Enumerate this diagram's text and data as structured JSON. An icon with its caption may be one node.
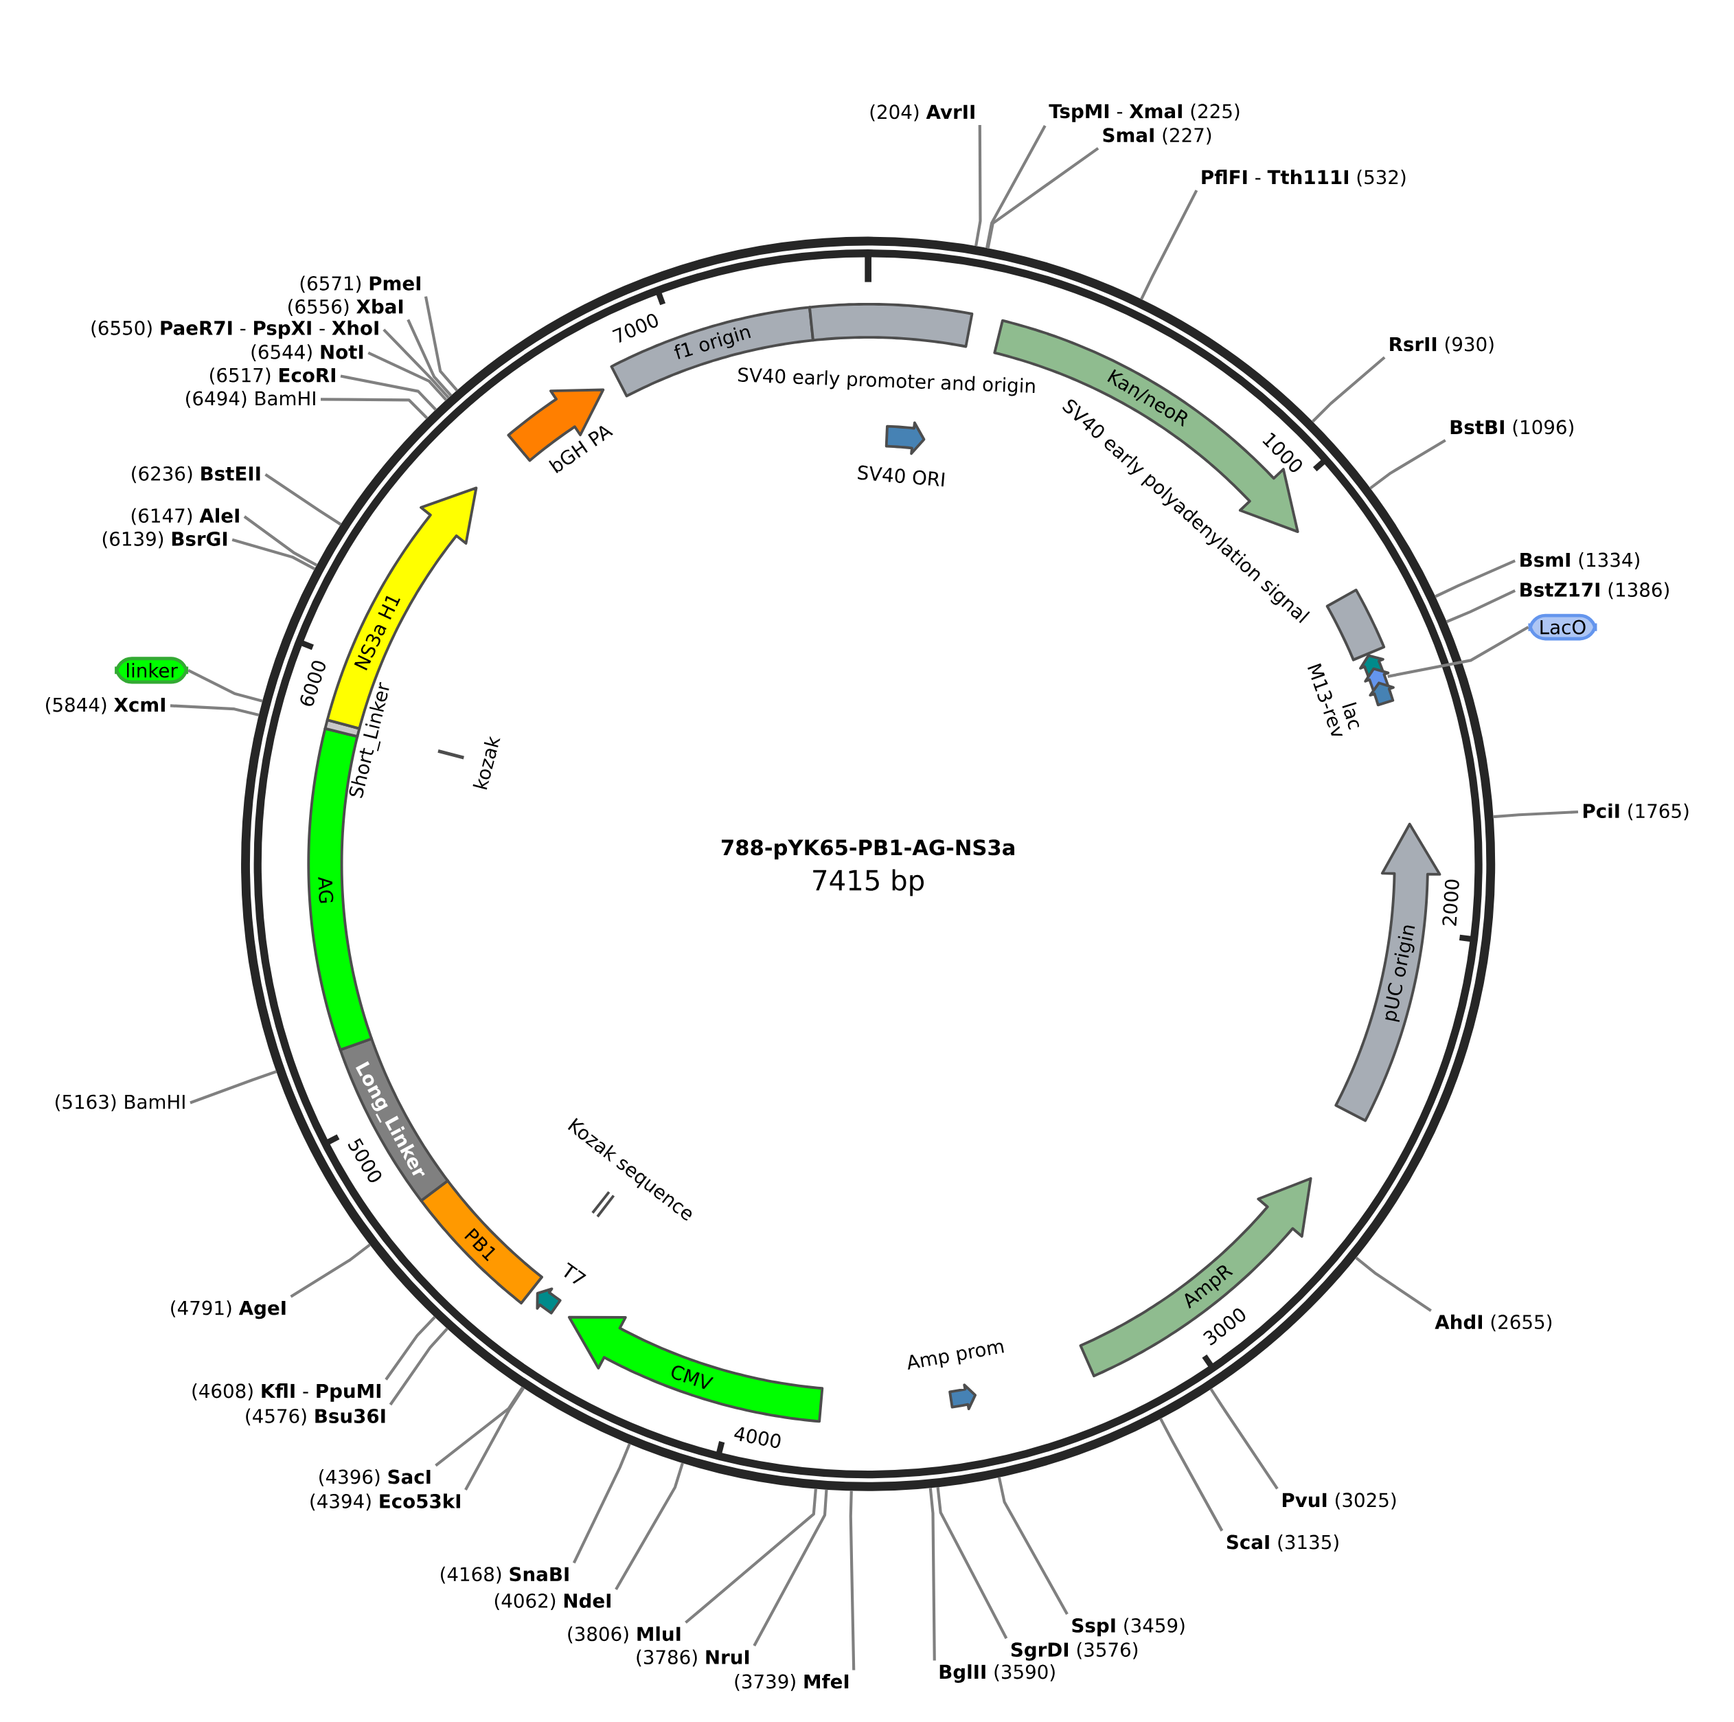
{
  "diagram": {
    "title": "788-pYK65-PB1-AG-NS3a",
    "nodes": [
      {
        "text": [],
        "shape": "circle"
      },
      {
        "text": [
          "f1 origin"
        ],
        "in": 0
      },
      {
        "text": [
          "SV40 early promoter and origin"
        ],
        "in": 0
      },
      {
        "text": [
          "SV40 ORI"
        ],
        "in": 0
      },
      {
        "text": [
          "Kan/neoR"
        ],
        "in": 0
      },
      {
        "text": [
          "SV40 early polyadenylation signal"
        ],
        "in": 0
      },
      {
        "text": [
          "M13-rev"
        ],
        "in": 0
      },
      {
        "text": [],
        "shape": "arrow",
        "in": 0
      },
      {
        "text": [
          "lac"
        ],
        "in": 0
      },
      {
        "text": [
          "LacO"
        ]
      },
      {
        "text": [
          "pUC origin"
        ],
        "in": 0
      },
      {
        "text": [
          "AmpR"
        ],
        "in": 0
      },
      {
        "text": [
          "Amp prom"
        ],
        "in": 0
      },
      {
        "text": [
          "CMV"
        ],
        "in": 0
      },
      {
        "text": [
          "T7"
        ],
        "in": 0
      },
      {
        "text": [
          "Kozak sequence"
        ],
        "in": 0
      },
      {
        "text": [
          "PB1"
        ],
        "in": 0
      },
      {
        "text": [
          "Long_Linker"
        ],
        "in": 0
      },
      {
        "text": [
          "AG"
        ],
        "in": 0
      },
      {
        "text": [
          "Short_Linker"
        ],
        "in": 0
      },
      {
        "text": [
          "NS3a H1"
        ],
        "in": 0
      },
      {
        "text": [
          "kozak"
        ],
        "in": 0
      },
      {
        "text": [
          "bGH PA"
        ],
        "in": 0
      },
      {
        "text": [
          "linker"
        ]
      },
      {
        "text": [
          "(204) **AvrII**"
        ]
      },
      {
        "text": [
          "**TspMI** - **XmaI** (225)"
        ]
      },
      {
        "text": [
          "**SmaI** (227)"
        ]
      },
      {
        "text": [
          "**PflFI** - **Tth111I** (532)"
        ]
      },
      {
        "text": [
          "**RsrII** (930)"
        ]
      },
      {
        "text": [
          "**BstBI** (1096)"
        ]
      },
      {
        "text": [
          "**BsmI** (1334)"
        ]
      },
      {
        "text": [
          "**BstZ17I** (1386)"
        ]
      },
      {
        "text": [
          "**PciI** (1765)"
        ]
      },
      {
        "text": [
          "**AhdI** (2655)"
        ]
      },
      {
        "text": [
          "**PvuI** (3025)"
        ]
      },
      {
        "text": [
          "**ScaI** (3135)"
        ]
      },
      {
        "text": [
          "**SspI** (3459)"
        ]
      },
      {
        "text": [
          "**SgrDI** (3576)"
        ]
      },
      {
        "text": [
          "**BglII** (3590)"
        ]
      },
      {
        "text": [
          "(3739) **MfeI**"
        ]
      },
      {
        "text": [
          "(3786) **NruI**"
        ]
      },
      {
        "text": [
          "(3806) **MluI**"
        ]
      },
      {
        "text": [
          "(4062) **NdeI**"
        ]
      },
      {
        "text": [
          "(4168) **SnaBI**"
        ]
      },
      {
        "text": [
          "(4396) **SacI**"
        ]
      },
      {
        "text": [
          "(4394) **Eco53kI**"
        ]
      },
      {
        "text": [
          "(4608) **KflI** - **PpuMI**"
        ]
      },
      {
        "text": [
          "(4576) **Bsu36I**"
        ]
      },
      {
        "text": [
          "(4791) **AgeI**"
        ]
      },
      {
        "text": [
          "(5163) BamHI"
        ]
      },
      {
        "text": [
          "(5844) **XcmI**"
        ]
      },
      {
        "text": [
          "(6139) **BsrGI**"
        ]
      },
      {
        "text": [
          "(6147) **AleI**"
        ]
      },
      {
        "text": [
          "(6236) **BstEII**"
        ]
      },
      {
        "text": [
          "(6494) BamHI"
        ]
      },
      {
        "text": [
          "(6517) **EcoRI**"
        ]
      },
      {
        "text": [
          "(6544) **NotI**"
        ]
      },
      {
        "text": [
          "(6550) **PaeR7I** - **PspXI** - **XhoI**"
        ]
      },
      {
        "text": [
          "(6556) **XbaI**"
        ]
      },
      {
        "text": [
          "(6571) **PmeI**"
        ]
      }
    ],
    "edges": [
      {
        "from": 24,
        "to": 0,
        "arrow": "none"
      },
      {
        "from": 25,
        "to": 0,
        "arrow": "none"
      },
      {
        "from": 26,
        "to": 0,
        "arrow": "none"
      },
      {
        "from": 27,
        "to": 0,
        "arrow": "none"
      },
      {
        "from": 28,
        "to": 0,
        "arrow": "none"
      },
      {
        "from": 29,
        "to": 0,
        "arrow": "none"
      },
      {
        "from": 30,
        "to": 0,
        "arrow": "none"
      },
      {
        "from": 31,
        "to": 0,
        "arrow": "none"
      },
      {
        "from": 32,
        "to": 0,
        "arrow": "none"
      },
      {
        "from": 33,
        "to": 0,
        "arrow": "none"
      },
      {
        "from": 34,
        "to": 0,
        "arrow": "none"
      },
      {
        "from": 35,
        "to": 0,
        "arrow": "none"
      },
      {
        "from": 36,
        "to": 0,
        "arrow": "none"
      },
      {
        "from": 37,
        "to": 0,
        "arrow": "none"
      },
      {
        "from": 38,
        "to": 0,
        "arrow": "none"
      },
      {
        "from": 39,
        "to": 0,
        "arrow": "none"
      },
      {
        "from": 40,
        "to": 0,
        "arrow": "none"
      },
      {
        "from": 41,
        "to": 0,
        "arrow": "none"
      },
      {
        "from": 42,
        "to": 0,
        "arrow": "none"
      },
      {
        "from": 43,
        "to": 0,
        "arrow": "none"
      },
      {
        "from": 44,
        "to": 0,
        "arrow": "none"
      },
      {
        "from": 45,
        "to": 0,
        "arrow": "none"
      },
      {
        "from": 46,
        "to": 0,
        "arrow": "none"
      },
      {
        "from": 47,
        "to": 0,
        "arrow": "none"
      },
      {
        "from": 48,
        "to": 0,
        "arrow": "none"
      },
      {
        "from": 49,
        "to": 0,
        "arrow": "none"
      },
      {
        "from": 50,
        "to": 0,
        "arrow": "none"
      },
      {
        "from": 51,
        "to": 0,
        "arrow": "none"
      },
      {
        "from": 52,
        "to": 0,
        "arrow": "none"
      },
      {
        "from": 53,
        "to": 0,
        "arrow": "none"
      },
      {
        "from": 54,
        "to": 0,
        "arrow": "none"
      },
      {
        "from": 55,
        "to": 0,
        "arrow": "none"
      },
      {
        "from": 56,
        "to": 0,
        "arrow": "none"
      },
      {
        "from": 57,
        "to": 0,
        "arrow": "none"
      },
      {
        "from": 58,
        "to": 0,
        "arrow": "none"
      },
      {
        "from": 59,
        "to": 0,
        "arrow": "none"
      },
      {
        "from": 9,
        "to": 7,
        "arrow": "none"
      },
      {
        "from": 23,
        "to": 0,
        "arrow": "none"
      }
    ],
    "labels": [
      "7415 bp",
      "1000",
      "2000",
      "3000",
      "4000",
      "5000",
      "6000",
      "7000"
    ]
  }
}
